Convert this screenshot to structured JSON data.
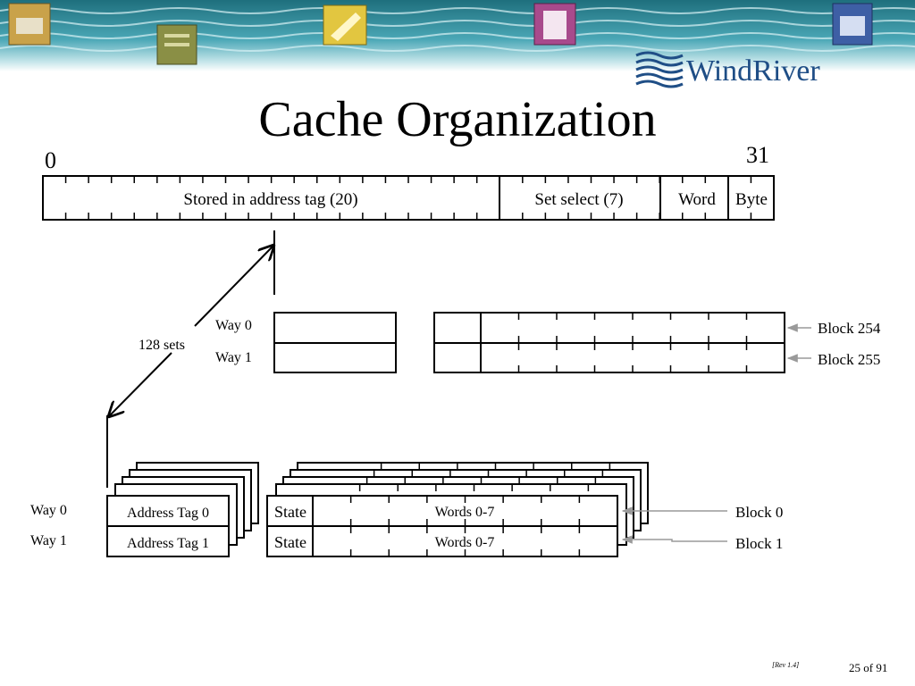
{
  "slide": {
    "title": "Cache Organization",
    "brand": "WindRiver",
    "rev": "[Rev 1.4]",
    "page": "25 of 91"
  },
  "address": {
    "bit_low": "0",
    "bit_high": "31",
    "fields": {
      "tag": "Stored in address tag (20)",
      "set": "Set select (7)",
      "word": "Word",
      "byte": "Byte"
    }
  },
  "sets_label": "128 sets",
  "upper": {
    "way0": "Way 0",
    "way1": "Way 1",
    "block_a": "Block 254",
    "block_b": "Block 255"
  },
  "lower": {
    "way0": "Way 0",
    "way1": "Way 1",
    "tag0": "Address Tag 0",
    "tag1": "Address Tag 1",
    "state0": "State",
    "state1": "State",
    "words0": "Words 0-7",
    "words1": "Words 0-7",
    "block_a": "Block 0",
    "block_b": "Block 1"
  },
  "colors": {
    "water": "#2f8c9c",
    "logo_blue": "#1f4e86",
    "arrow_grey": "#9a9a9a"
  }
}
